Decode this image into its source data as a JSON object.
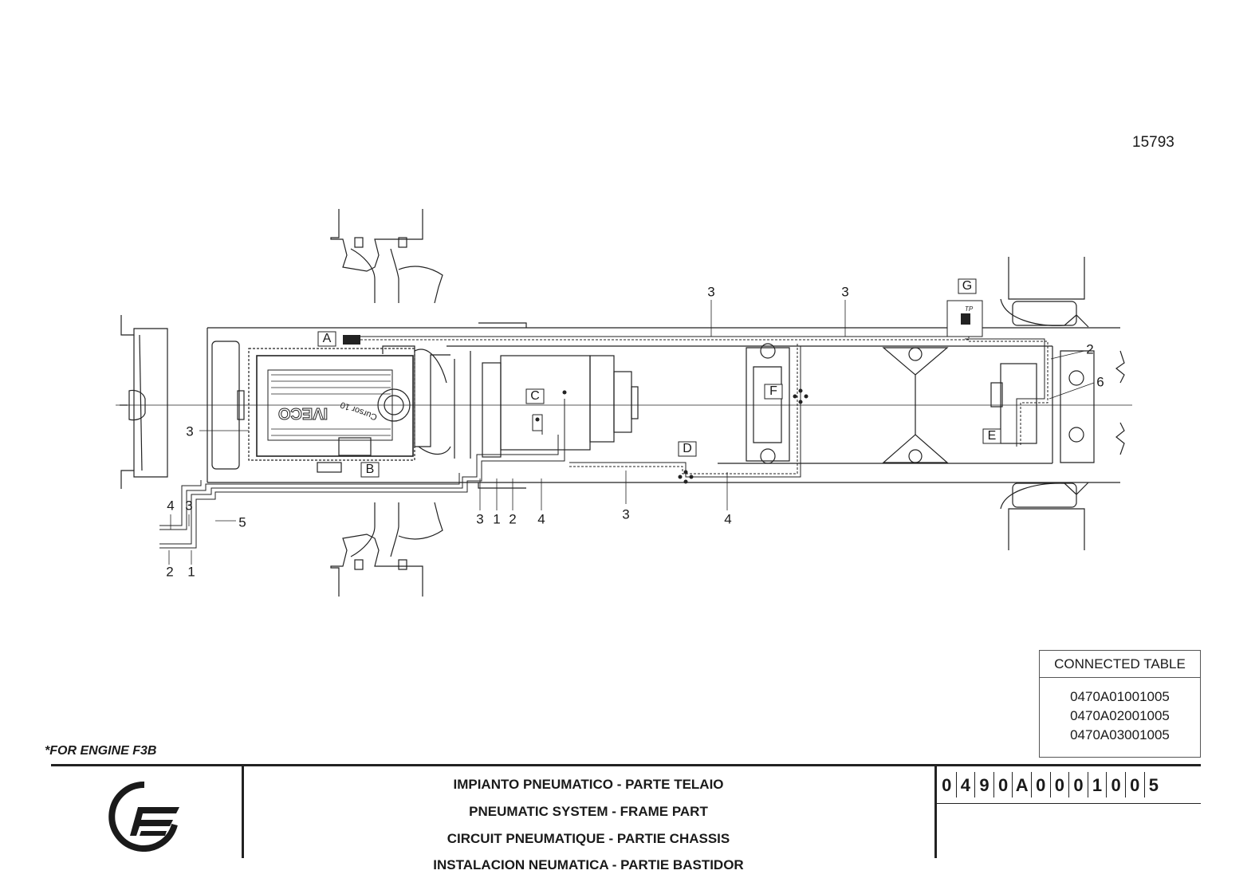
{
  "doc_number": "15793",
  "engine_note": "*FOR ENGINE F3B",
  "diagram": {
    "title_group": [
      "IMPIANTO PNEUMATICO - PARTE TELAIO",
      "PNEUMATIC SYSTEM - FRAME PART",
      "CIRCUIT PNEUMATIQUE - PARTIE CHASSIS",
      "INSTALACION NEUMATICA - PARTIE BASTIDOR"
    ],
    "detail_letters": [
      "A",
      "B",
      "C",
      "D",
      "E",
      "F",
      "G"
    ],
    "line_numbers": {
      "top_3a": "3",
      "top_3b": "3",
      "right_2": "2",
      "right_6": "6",
      "left_3": "3",
      "left_4": "4",
      "left_3b": "3",
      "left_5": "5",
      "left_2": "2",
      "left_1": "1",
      "bot_3": "3",
      "bot_1": "1",
      "bot_2": "2",
      "bot_4": "4",
      "bot_3b": "3",
      "bot_4b": "4"
    },
    "small_marks": {
      "engine_brand": "IVECO",
      "engine_tag": "Cursor 10",
      "tp": "TP"
    }
  },
  "connected_table": {
    "header": "CONNECTED TABLE",
    "codes": [
      "0470A01001005",
      "0470A02001005",
      "0470A03001005"
    ]
  },
  "drawing_code": [
    "0",
    "4",
    "9",
    "0",
    "A",
    "0",
    "0",
    "0",
    "1",
    "0",
    "0",
    "5"
  ]
}
